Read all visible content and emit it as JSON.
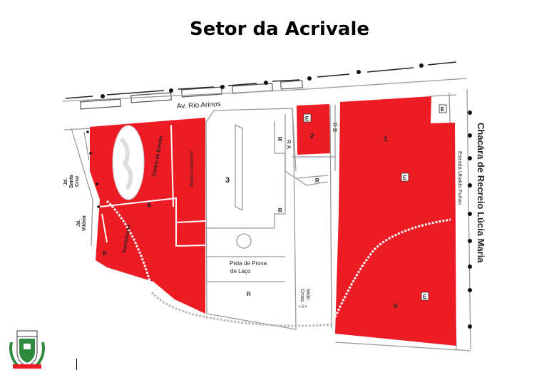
{
  "title": "Setor da Acrivale",
  "streets": {
    "av_rio_arinos": "Av. Rio Arinos",
    "chacara": "Chacára de Recreio Lúcia Maria",
    "estrada": "Estrada Ubaldo Furlan",
    "rua_a": "R A",
    "rua_b": "R B"
  },
  "neighborhoods": {
    "santa_cruz_1": "Jd.",
    "santa_cruz_2": "Santa",
    "santa_cruz_3": "Cruz",
    "vitoria_1": "Jd.",
    "vitoria_2": "Vitória"
  },
  "areas": {
    "a1": "1",
    "a2": "2",
    "a3": "3",
    "a4": "4",
    "centro_evento": "Centro de Evento",
    "estacionamento": "Estacionamento",
    "kartodromo": "Kartódromo",
    "pista_1": "Pista de Prova",
    "pista_2": "de Laço",
    "moto_1": "Moto",
    "moto_2": "Cross",
    "moto_num": "• 2 •"
  },
  "markers": {
    "e": "E",
    "r": "R"
  },
  "colors": {
    "red": "#ed1c24",
    "outline": "#999999"
  }
}
